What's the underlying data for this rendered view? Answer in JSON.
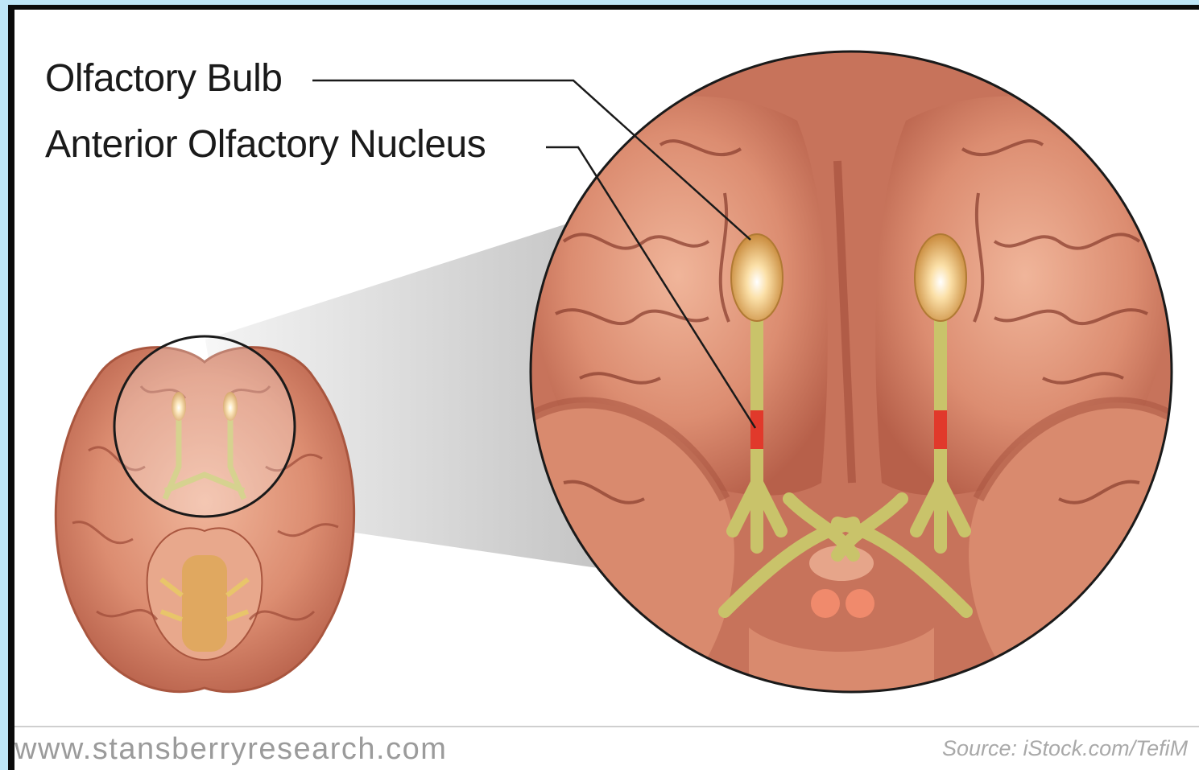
{
  "labels": {
    "olfactory_bulb": "Olfactory Bulb",
    "anterior_olfactory_nucleus": "Anterior Olfactory Nucleus"
  },
  "footer": {
    "website": "www.stansberryresearch.com",
    "source": "Source: iStock.com/TefiM"
  },
  "colors": {
    "background": "#bfe6f7",
    "brain_tissue": "#d98a6e",
    "brain_shadow": "#a8533f",
    "nerve": "#c9c36a",
    "highlight_band": "#e1392b",
    "bulb": "#f2b85a"
  }
}
